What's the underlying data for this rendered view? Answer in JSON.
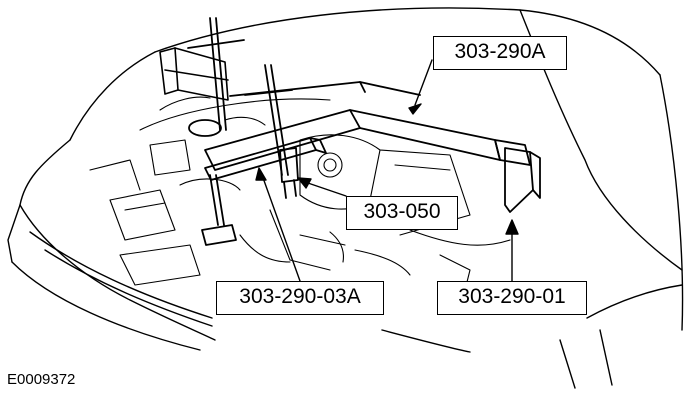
{
  "callouts": {
    "support_beam": "303-290A",
    "engine_lifting_bracket": "303-050",
    "support_leg_adapter": "303-290-03A",
    "support_leg_foot": "303-290-01"
  },
  "figure_id": "E0009372",
  "colors": {
    "line": "#000000",
    "background": "#ffffff"
  }
}
